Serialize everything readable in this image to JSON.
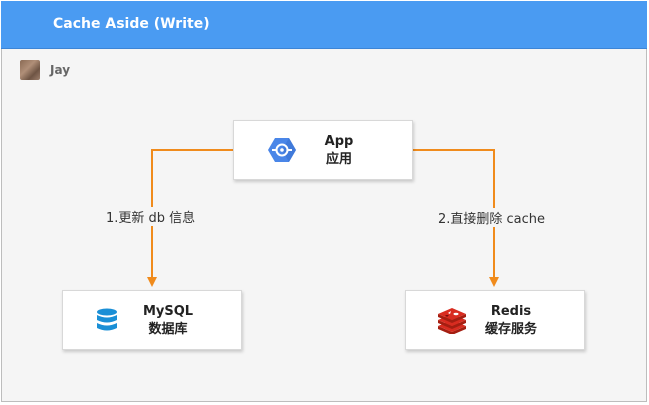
{
  "title": "Cache Aside (Write)",
  "author": "Jay",
  "colors": {
    "header": "#4a9bf2",
    "arrow": "#f08b1c"
  },
  "nodes": {
    "app": {
      "title": "App",
      "subtitle": "应用",
      "icon": "google-cloud-app-icon"
    },
    "mysql": {
      "title": "MySQL",
      "subtitle": "数据库",
      "icon": "database-icon"
    },
    "redis": {
      "title": "Redis",
      "subtitle": "缓存服务",
      "icon": "redis-icon"
    }
  },
  "edges": [
    {
      "from": "app",
      "to": "mysql",
      "label": "1.更新 db 信息"
    },
    {
      "from": "app",
      "to": "redis",
      "label": "2.直接删除 cache"
    }
  ]
}
